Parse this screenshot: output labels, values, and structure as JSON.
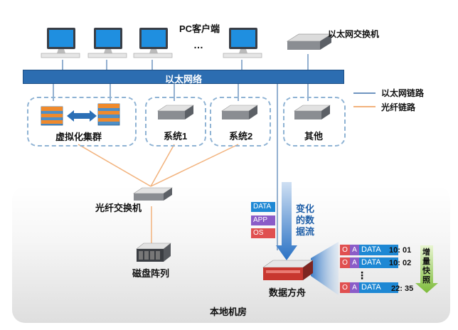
{
  "title_clients": "PC客户端",
  "ellipsis": "…",
  "ethernet_switch": "以太网交换机",
  "ethernet_network": "以太网络",
  "legend": {
    "ethernet_link": "以太网链路",
    "fiber_link": "光纤链路"
  },
  "clusters": {
    "virtual": "虚拟化集群",
    "system1": "系统1",
    "system2": "系统2",
    "other": "其他"
  },
  "fiber_switch": "光纤交换机",
  "disk_array": "磁盘阵列",
  "data_types": [
    "DATA",
    "APP",
    "OS"
  ],
  "changed_flow": [
    "变化",
    "的数",
    "据流"
  ],
  "data_ark": "数据方舟",
  "local_room": "本地机房",
  "snapshots": [
    {
      "o": "O",
      "a": "A",
      "d": "DATA",
      "time": "10: 01"
    },
    {
      "o": "O",
      "a": "A",
      "d": "DATA",
      "time": "10: 02"
    },
    {
      "o": "O",
      "a": "A",
      "d": "DATA",
      "time": "22: 35"
    }
  ],
  "vertical_ellipsis": "⋮",
  "incremental": [
    "增",
    "量",
    "快",
    "照"
  ],
  "colors": {
    "ethernet": "#2c6db1",
    "fiber": "#f2b27c",
    "data": "#1e88d4",
    "app": "#8b5cc8",
    "os": "#e05050"
  }
}
